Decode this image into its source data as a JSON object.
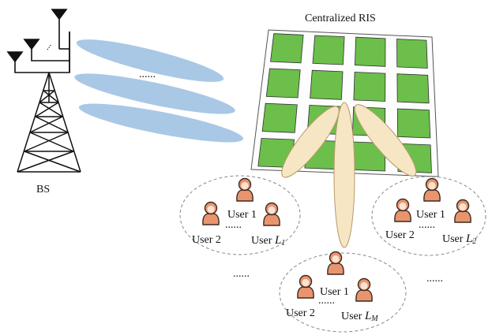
{
  "ris": {
    "label": "Centralized RIS",
    "cell_color": "#6cbf4a",
    "panel_fill": "#fdfdfd"
  },
  "bs": {
    "label": "BS",
    "beam_dots": "......",
    "antenna_dots": "..."
  },
  "beams": {
    "bs_beam_color": "#a9c8e6",
    "ris_beam_color": "#f6e6c4"
  },
  "clusters": [
    {
      "user_a": "User 1",
      "user_b": "User 2",
      "dots": "......",
      "user_c_prefix": "User ",
      "user_c_var": "L",
      "user_c_sub": "1"
    },
    {
      "user_a": "User 1",
      "user_b": "User 2",
      "dots": "......",
      "user_c_prefix": "User ",
      "user_c_var": "L",
      "user_c_sub": "M"
    },
    {
      "user_a": "User 1",
      "user_b": "User 2",
      "dots": "......",
      "user_c_prefix": "User ",
      "user_c_var": "L",
      "user_c_sub": "2"
    }
  ],
  "between_clusters": [
    "......",
    "......"
  ],
  "user_icon": {
    "body_color": "#e8956e",
    "outline_color": "#3a2a20",
    "face_color": "#fbe3d2"
  }
}
